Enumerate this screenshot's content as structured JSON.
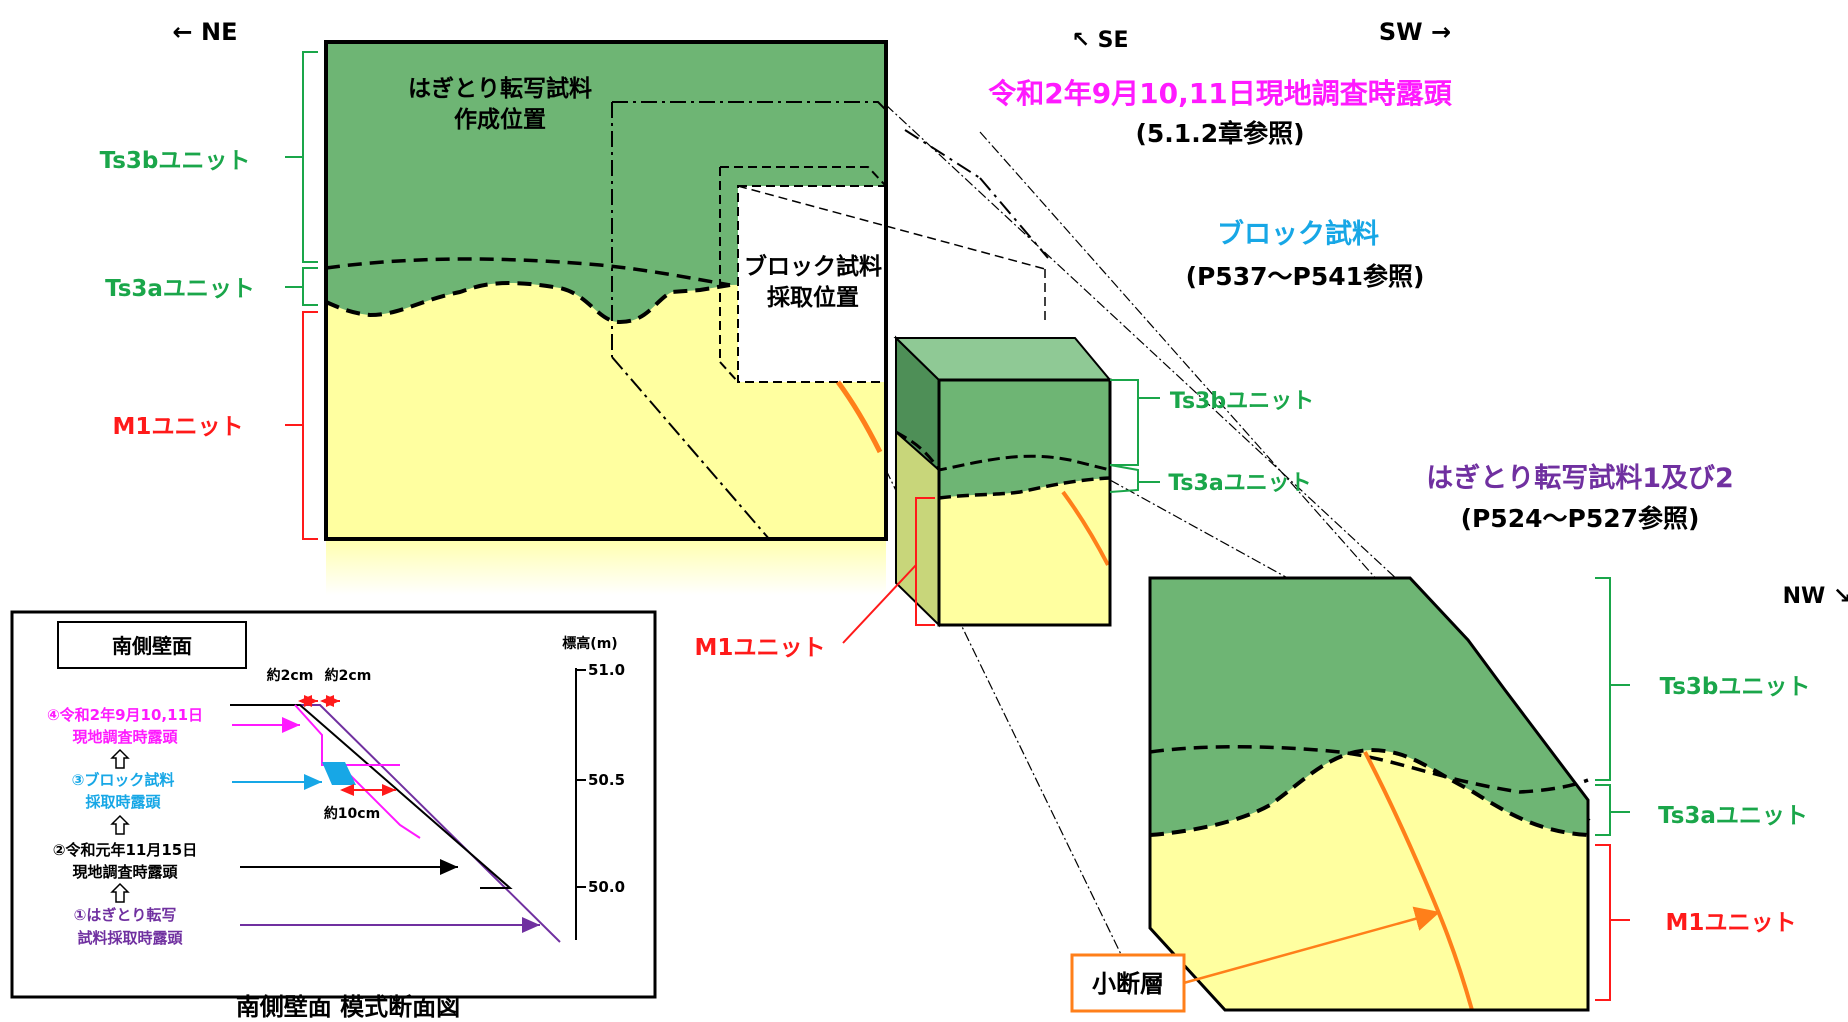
{
  "directions": {
    "ne": "← NE",
    "se": "↖ SE",
    "sw": "SW →",
    "nw": "NW ↘"
  },
  "titles": {
    "outcrop_main": "令和2年9月10,11日現地調査時露頭",
    "outcrop_ref": "(5.1.2章参照)",
    "block_main": "ブロック試料",
    "block_ref": "(P537～P541参照)",
    "peel_main": "はぎとり転写試料1及び2",
    "peel_ref": "(P524～P527参照)"
  },
  "main_wall": {
    "peel_label_1": "はぎとり転写試料",
    "peel_label_2": "作成位置",
    "block_label_1": "ブロック試料",
    "block_label_2": "採取位置"
  },
  "units": {
    "ts3b": "Ts3bユニット",
    "ts3a": "Ts3aユニット",
    "m1": "M1ユニット"
  },
  "fault_label": "小断層",
  "inset": {
    "title": "南側壁面",
    "caption": "南側壁面 模式断面図",
    "axis_title": "標高(m)",
    "ticks": [
      "51.0",
      "50.5",
      "50.0"
    ],
    "dim_a": "約2cm",
    "dim_b": "約2cm",
    "dim_c": "約10cm",
    "steps": [
      {
        "line1": "④令和2年9月10,11日",
        "line2": "現地調査時露頭"
      },
      {
        "line1": "③ブロック試料",
        "line2": "採取時露頭"
      },
      {
        "line1": "②令和元年11月15日",
        "line2": "現地調査時露頭"
      },
      {
        "line1": "①はぎとり転写",
        "line2": "試料採取時露頭"
      }
    ]
  },
  "colors": {
    "ts3": "#6eb574",
    "m1": "#ffffa0",
    "green_label": "#1aa64a",
    "red_label": "#ff1a1a",
    "magenta": "#ff1aff",
    "cyan": "#17a7e6",
    "purple": "#7030a0",
    "fault": "#ff7f1a"
  }
}
